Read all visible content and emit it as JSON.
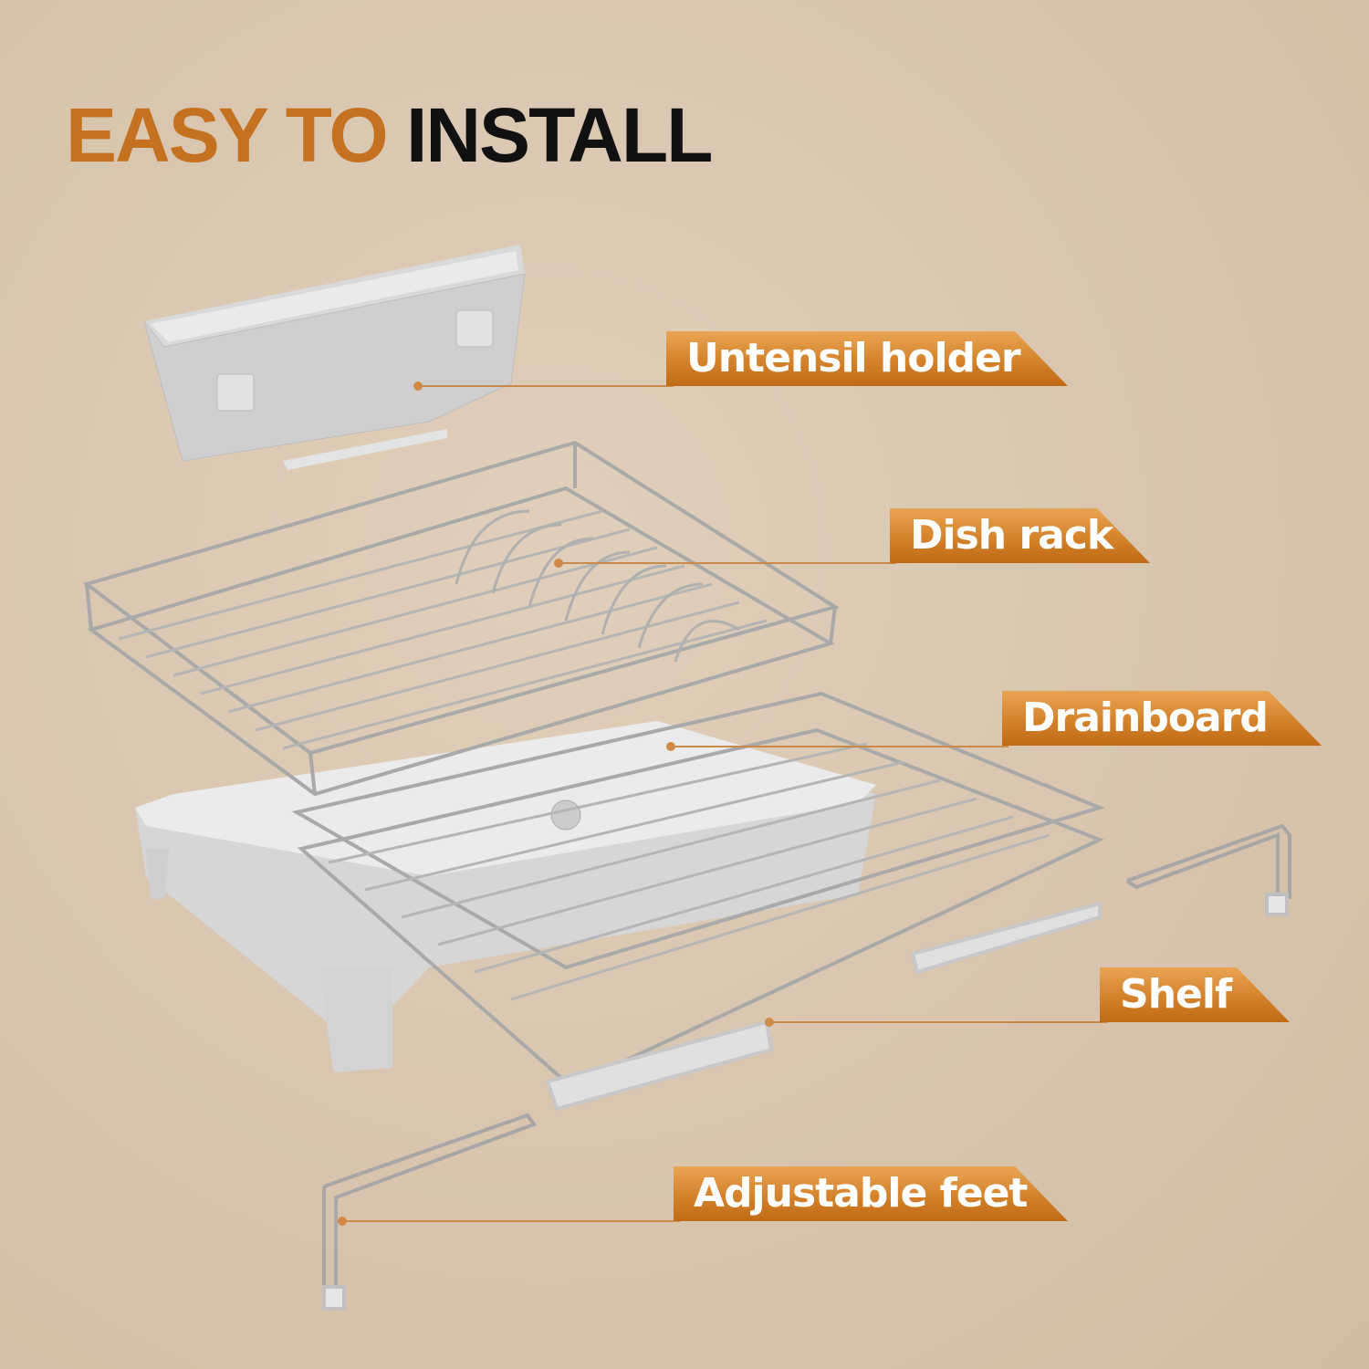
{
  "headline": {
    "accent": "EASY TO",
    "main": "INSTALL"
  },
  "labels": {
    "utensil_holder": "Untensil holder",
    "dish_rack": "Dish rack",
    "drainboard": "Drainboard",
    "shelf": "Shelf",
    "adjustable_feet": "Adjustable feet"
  },
  "colors": {
    "accent": "#c4721f",
    "label_bg": "#d4822b",
    "background": "#d8c4ad"
  }
}
